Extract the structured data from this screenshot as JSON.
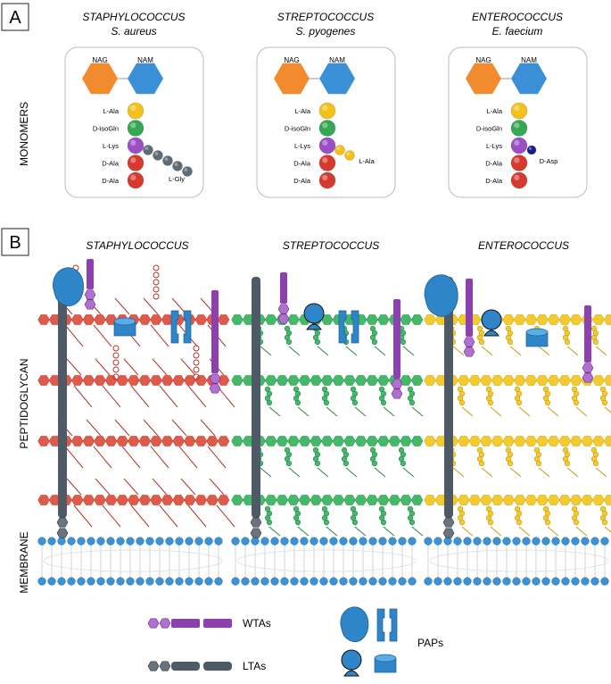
{
  "panelA": {
    "label": "A",
    "side_label": "MONOMERS",
    "genera": [
      {
        "genus": "STAPHYLOCOCCUS",
        "species": "S. aureus",
        "bridge_label": "L-Gly",
        "bridge_color": "#5f6b75",
        "bridge_count": 5
      },
      {
        "genus": "STREPTOCOCCUS",
        "species": "S. pyogenes",
        "bridge_label": "L-Ala",
        "bridge_color": "#f2c21b",
        "bridge_count": 2
      },
      {
        "genus": "ENTEROCOCCUS",
        "species": "E. faecium",
        "bridge_label": "D-Asp",
        "bridge_color": "#1a1a8c",
        "bridge_count": 1
      }
    ],
    "sugars": [
      "NAG",
      "NAM"
    ],
    "stem": [
      {
        "label": "L-Ala",
        "color": "#f2c21b"
      },
      {
        "label": "D-isoGln",
        "color": "#35a853"
      },
      {
        "label": "L-Lys",
        "color": "#9b4fc4"
      },
      {
        "label": "D-Ala",
        "color": "#d63a2f"
      },
      {
        "label": "D-Ala",
        "color": "#d63a2f"
      }
    ]
  },
  "panelB": {
    "label": "B",
    "side_label": "PEPTIDOGLYCAN",
    "membrane_label": "MEMBRANE",
    "genera": [
      {
        "genus": "STAPHYLOCOCCUS",
        "color": "#e05a4a",
        "dark": "#b8352a"
      },
      {
        "genus": "STREPTOCOCCUS",
        "color": "#45b96a",
        "dark": "#248a45"
      },
      {
        "genus": "ENTEROCOCCUS",
        "color": "#f4cb2e",
        "dark": "#c99d0a"
      }
    ]
  },
  "legend": {
    "wta_label": "WTAs",
    "lta_label": "LTAs",
    "pap_label": "PAPs"
  },
  "colors": {
    "nag": "#f28a2e",
    "nam": "#3a8fd6",
    "wta": "#8e3fb0",
    "wta_head": "#b070d0",
    "lta": "#4e5a66",
    "pap": "#2e86c8",
    "membrane_head": "#3a93d8"
  }
}
